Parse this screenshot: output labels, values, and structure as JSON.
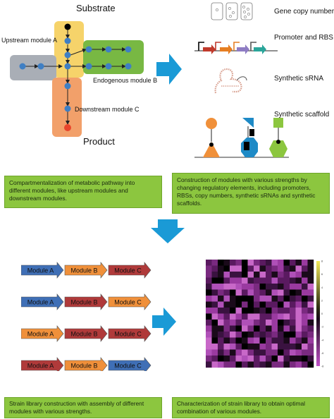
{
  "panel1": {
    "substrate_label": "Substrate",
    "upstream_label": "Upstream module A",
    "endogenous_label": "Endogenous module B",
    "downstream_label": "Downstream module C",
    "product_label": "Product"
  },
  "panel2": {
    "gene_copy_label": "Gene copy number",
    "promoter_label": "Promoter and RBS",
    "srna_label": "Synthetic sRNA",
    "scaffold_label": "Synthetic scaffold"
  },
  "captions": {
    "compartment": "Compartmentalization of metabolic pathway into different modules, like upstream modules and downstream modules.",
    "construction": "Construction of modules with various strengths by changing  regulatory elements, including promoters, RBSs, copy numbers, synthetic sRNAs and synthetic scaffolds.",
    "library": "Strain library construction with assembly of different modules with various strengths.",
    "characterization": "Characterization of strain library to obtain optimal combination of various modules."
  },
  "strain_rows": [
    {
      "a": "Module A",
      "b": "Module B",
      "c": "Module C"
    },
    {
      "a": "Module A",
      "b": "Module B",
      "c": "Module C"
    },
    {
      "a": "Module A",
      "b": "Module B",
      "c": "Module C"
    },
    {
      "a": "Module A",
      "b": "Module B",
      "c": "Module C"
    }
  ],
  "colors": {
    "caption_green": "#8cc63f",
    "flow_arrow": "#1a9ad6",
    "module_a_yellow": "#f6d36a",
    "module_b_green": "#78b843",
    "module_c_orange": "#f2a06a",
    "gray_module": "#a9aeb6",
    "node_blue": "#3f7fc4",
    "product_red": "#e8452c",
    "arrow_blue": "#3f6fb6",
    "arrow_orange": "#f0903a",
    "arrow_red": "#b03a3a"
  },
  "heatmap": {
    "colorbar_ticks": [
      "8",
      "6",
      "4",
      "2",
      "0",
      "-2",
      "-4",
      "-6",
      "-8"
    ]
  }
}
